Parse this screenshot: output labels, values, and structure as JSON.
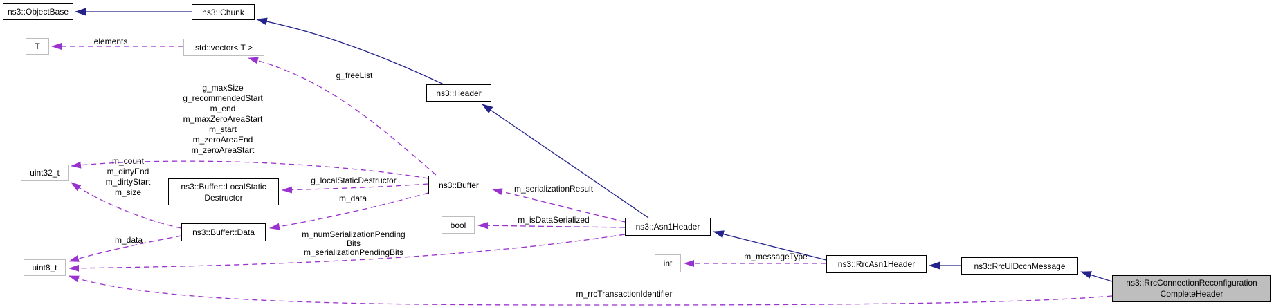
{
  "diagram": {
    "type": "doxygen-collaboration-diagram",
    "colors": {
      "inheritance_edge": "#23238b",
      "usage_edge": "#9a32cd",
      "node_border": "#000000",
      "external_node_border": "#bdbdbd",
      "node_fill": "#ffffff",
      "highlight_node_fill": "#bebebe",
      "background": "#ffffff"
    },
    "nodes": {
      "objectbase": {
        "label": "ns3::ObjectBase"
      },
      "chunk": {
        "label": "ns3::Chunk"
      },
      "t": {
        "label": "T"
      },
      "vector": {
        "label": "std::vector< T >"
      },
      "header": {
        "label": "ns3::Header"
      },
      "uint32": {
        "label": "uint32_t"
      },
      "localstatic": {
        "label": "ns3::Buffer::LocalStatic\nDestructor"
      },
      "buffer": {
        "label": "ns3::Buffer"
      },
      "bufferdata": {
        "label": "ns3::Buffer::Data"
      },
      "bool": {
        "label": "bool"
      },
      "asn1header": {
        "label": "ns3::Asn1Header"
      },
      "int": {
        "label": "int"
      },
      "uint8": {
        "label": "uint8_t"
      },
      "rrcasn1header": {
        "label": "ns3::RrcAsn1Header"
      },
      "rrculdcch": {
        "label": "ns3::RrcUlDcchMessage"
      },
      "rrcconnreconf": {
        "label": "ns3::RrcConnectionReconfiguration\nCompleteHeader"
      }
    },
    "edge_labels": {
      "elements": "elements",
      "g_freelist": "g_freeList",
      "buffer_to_uint32": "g_maxSize\ng_recommendedStart\nm_end\nm_maxZeroAreaStart\nm_start\nm_zeroAreaEnd\nm_zeroAreaStart",
      "data_to_uint32": "m_count\nm_dirtyEnd\nm_dirtyStart\nm_size",
      "g_localstaticdestructor": "g_localStaticDestructor",
      "buffer_m_data": "m_data",
      "m_serializationresult": "m_serializationResult",
      "m_isdataserialized": "m_isDataSerialized",
      "asn1_to_uint8": "m_numSerializationPending\nBits\nm_serializationPendingBits",
      "data_m_data": "m_data",
      "m_messagetype": "m_messageType",
      "m_rrctransactionidentifier": "m_rrcTransactionIdentifier"
    }
  }
}
